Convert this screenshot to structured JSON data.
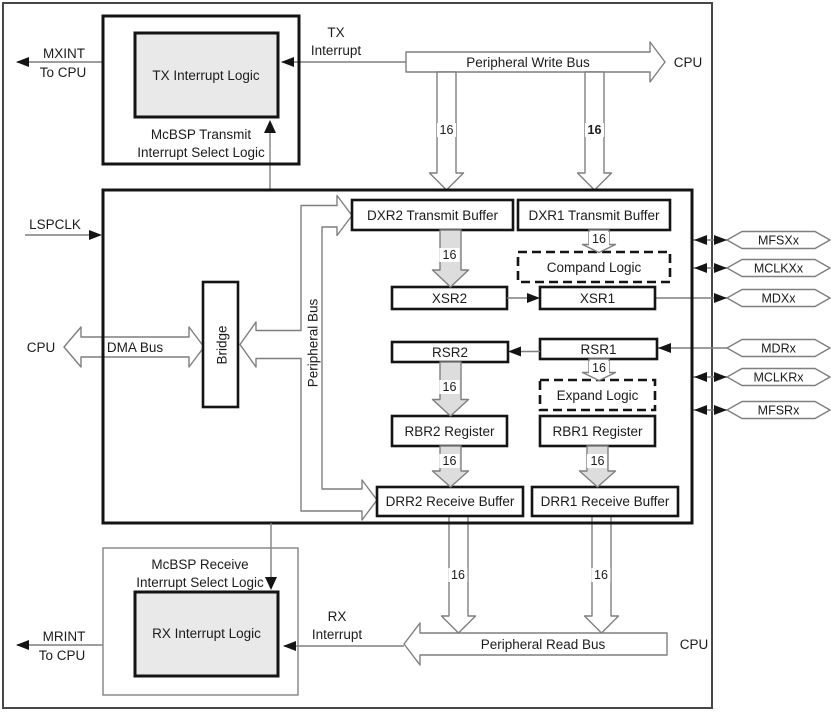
{
  "diagram": {
    "signals": {
      "mxint": [
        "MXINT",
        "To CPU"
      ],
      "tx_interrupt": [
        "TX",
        "Interrupt"
      ],
      "rx_interrupt": [
        "RX",
        "Interrupt"
      ],
      "mrint": [
        "MRINT",
        "To CPU"
      ],
      "lspclk": "LSPCLK",
      "cpu": "CPU"
    },
    "buses": {
      "peripheral_write": "Peripheral Write Bus",
      "peripheral_read": "Peripheral Read Bus",
      "dma": "DMA Bus",
      "peripheral": "Peripheral Bus",
      "width": "16"
    },
    "blocks": {
      "tx_select": [
        "McBSP Transmit",
        "Interrupt Select Logic"
      ],
      "tx_logic": "TX Interrupt Logic",
      "rx_select": [
        "McBSP Receive",
        "Interrupt Select Logic"
      ],
      "rx_logic": "RX Interrupt Logic",
      "bridge": "Bridge",
      "dxr2": "DXR2 Transmit Buffer",
      "dxr1": "DXR1 Transmit Buffer",
      "compand": "Compand Logic",
      "xsr2": "XSR2",
      "xsr1": "XSR1",
      "rsr2": "RSR2",
      "rsr1": "RSR1",
      "expand": "Expand Logic",
      "rbr2": "RBR2 Register",
      "rbr1": "RBR1 Register",
      "drr2": "DRR2 Receive Buffer",
      "drr1": "DRR1 Receive Buffer"
    },
    "pins": [
      {
        "label": "MFSXx",
        "direction": "bidirectional"
      },
      {
        "label": "MCLKXx",
        "direction": "bidirectional"
      },
      {
        "label": "MDXx",
        "direction": "output"
      },
      {
        "label": "MDRx",
        "direction": "input"
      },
      {
        "label": "MCLKRx",
        "direction": "bidirectional"
      },
      {
        "label": "MFSRx",
        "direction": "bidirectional"
      }
    ],
    "colors": {
      "logic_fill": "#e9e9e9",
      "arrow_fill": "#dddddd",
      "line_gray": "#7f7f7f",
      "ink": "#141414"
    }
  }
}
